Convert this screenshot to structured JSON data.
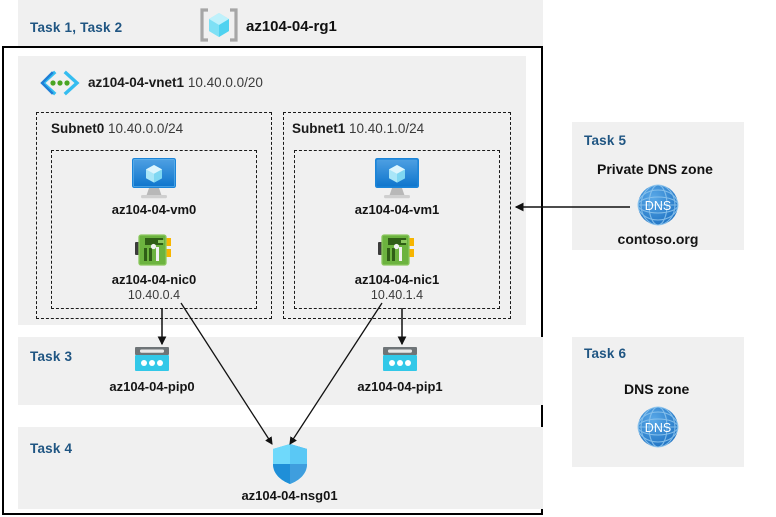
{
  "header": {
    "task_label": "Task 1, Task 2",
    "resource_group_name": "az104-04-rg1",
    "resource_group_icon": "resource-group-cube-icon"
  },
  "vnet": {
    "name": "az104-04-vnet1",
    "cidr": "10.40.0.0/20",
    "icon": "virtual-network-icon"
  },
  "subnets": [
    {
      "name": "Subnet0",
      "cidr": "10.40.0.0/24",
      "vm": {
        "name": "az104-04-vm0",
        "icon": "virtual-machine-icon"
      },
      "nic": {
        "name": "az104-04-nic0",
        "ip": "10.40.0.4",
        "icon": "network-interface-icon"
      }
    },
    {
      "name": "Subnet1",
      "cidr": "10.40.1.0/24",
      "vm": {
        "name": "az104-04-vm1",
        "icon": "virtual-machine-icon"
      },
      "nic": {
        "name": "az104-04-nic1",
        "ip": "10.40.1.4",
        "icon": "network-interface-icon"
      }
    }
  ],
  "task3": {
    "label": "Task 3",
    "pip0": {
      "name": "az104-04-pip0",
      "icon": "public-ip-address-icon"
    },
    "pip1": {
      "name": "az104-04-pip1",
      "icon": "public-ip-address-icon"
    }
  },
  "task4": {
    "label": "Task 4",
    "nsg": {
      "name": "az104-04-nsg01",
      "icon": "network-security-group-shield-icon"
    }
  },
  "task5": {
    "label": "Task 5",
    "title": "Private DNS zone",
    "zone_name": "contoso.org",
    "icon": "dns-globe-icon",
    "icon_text": "DNS"
  },
  "task6": {
    "label": "Task 6",
    "title": "DNS zone",
    "icon": "dns-globe-icon",
    "icon_text": "DNS"
  },
  "colors": {
    "task_label": "#1f5582",
    "panel_bg": "#f0f0f0",
    "page_bg": "#ffffff",
    "border": "#000000",
    "pip_cyan": "#32c8e8",
    "nic_green": "#6cb33f",
    "dns_blue": "#2f7fd1",
    "vm_blue": "#1b84d8",
    "shield_blue": "#2fc3f5"
  }
}
